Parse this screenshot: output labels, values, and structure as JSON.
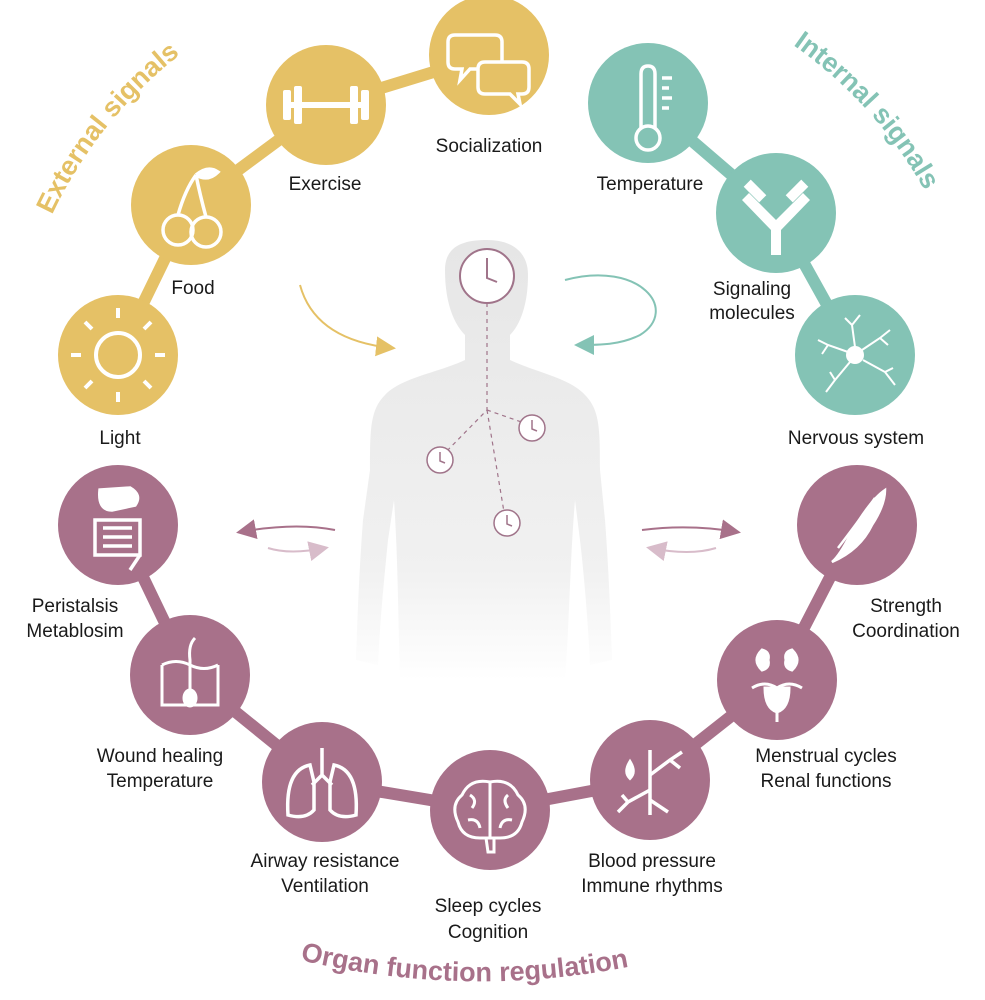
{
  "colors": {
    "external": "#E5C166",
    "internal": "#84C3B5",
    "organ": "#A8718A",
    "body": "#EDEDED",
    "clock": "#A0748A"
  },
  "titles": {
    "external": "External signals",
    "internal": "Internal signals",
    "organ": "Organ function regulation"
  },
  "external": {
    "light": "Light",
    "food": "Food",
    "exercise": "Exercise",
    "socialization": "Socialization"
  },
  "internal": {
    "temperature": "Temperature",
    "signaling_1": "Signaling",
    "signaling_2": "molecules",
    "nervous": "Nervous system"
  },
  "organs": {
    "gut_1": "Peristalsis",
    "gut_2": "Metablosim",
    "skin_1": "Wound healing",
    "skin_2": "Temperature",
    "lungs_1": "Airway resistance",
    "lungs_2": "Ventilation",
    "brain_1": "Sleep cycles",
    "brain_2": "Cognition",
    "vessel_1": "Blood pressure",
    "vessel_2": "Immune rhythms",
    "repro_1": "Menstrual cycles",
    "repro_2": "Renal functions",
    "muscle_1": "Strength",
    "muscle_2": "Coordination"
  },
  "icons": [
    "sun-icon",
    "cherries-icon",
    "dumbbell-icon",
    "speech-bubbles-icon",
    "thermometer-icon",
    "antibody-icon",
    "neuron-icon",
    "muscle-icon",
    "kidney-uterus-icon",
    "blood-vessel-icon",
    "brain-icon",
    "lungs-icon",
    "skin-hair-icon",
    "digestive-system-icon",
    "clock-icon"
  ]
}
